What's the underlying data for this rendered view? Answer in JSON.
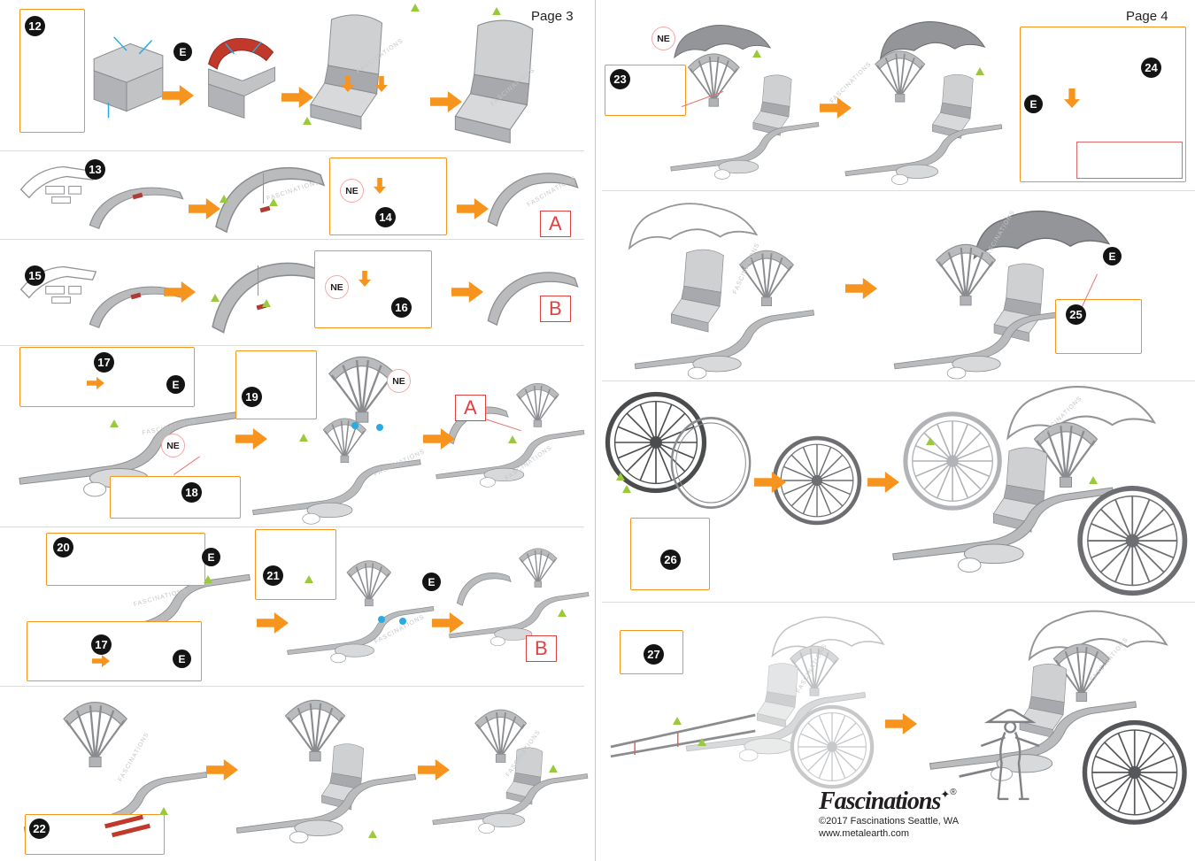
{
  "document": {
    "page3_label": "Page 3",
    "page4_label": "Page 4"
  },
  "steps": {
    "12": "12",
    "13": "13",
    "14": "14",
    "15": "15",
    "16": "16",
    "17": "17",
    "18": "18",
    "19": "19",
    "20": "20",
    "21": "21",
    "22": "22",
    "23": "23",
    "24": "24",
    "25": "25",
    "26": "26",
    "27": "27"
  },
  "badges": {
    "ne": "NE",
    "e": "E"
  },
  "letters": {
    "a": "A",
    "b": "B"
  },
  "watermark": "FASCINATIONS",
  "icons": {
    "sparkle": "✦"
  },
  "footer": {
    "brand": "Fascinations",
    "registered": "®",
    "copyright": "©2017 Fascinations Seattle, WA",
    "website": "www.metalearth.com"
  },
  "colors": {
    "arrow_orange": "#F7941D",
    "highlight_red": "#C0392B",
    "tab_green": "#9ACA3C",
    "guide_blue": "#29ABE2",
    "metal_gray": "#A7A9AC",
    "lantern_brown": "#8A5A33"
  }
}
